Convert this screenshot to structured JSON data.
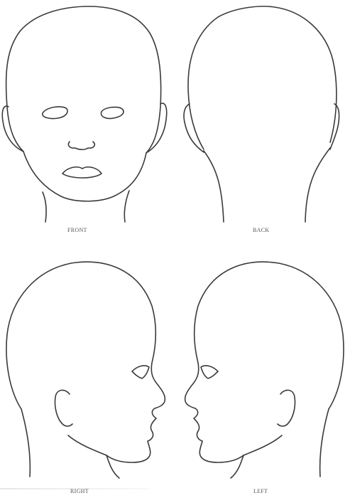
{
  "views": [
    {
      "id": "front",
      "label": "FRONT"
    },
    {
      "id": "back",
      "label": "BACK"
    },
    {
      "id": "right",
      "label": "RIGHT"
    },
    {
      "id": "left",
      "label": "LEFT"
    }
  ],
  "colors": {
    "outline": "#3a3a3a",
    "label": "#555555",
    "background": "#ffffff"
  }
}
